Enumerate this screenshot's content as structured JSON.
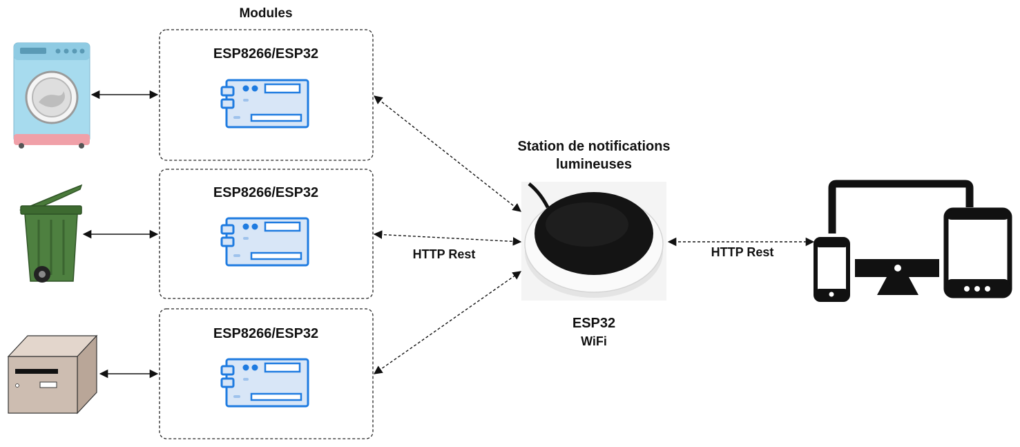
{
  "header": {
    "modules_label": "Modules"
  },
  "modules": [
    {
      "title": "ESP8266/ESP32"
    },
    {
      "title": "ESP8266/ESP32"
    },
    {
      "title": "ESP8266/ESP32"
    }
  ],
  "devices": [
    {
      "icon": "washing-machine-icon"
    },
    {
      "icon": "trash-bin-icon"
    },
    {
      "icon": "mailbox-icon"
    }
  ],
  "station": {
    "title_line1": "Station de notifications",
    "title_line2": "lumineuses",
    "chip": "ESP32",
    "network": "WiFi",
    "icon": "light-station-icon"
  },
  "links": {
    "modules_to_station_label": "HTTP Rest",
    "station_to_clients_label": "HTTP Rest"
  },
  "clients": {
    "icon": "responsive-devices-icon"
  },
  "colors": {
    "board_fill": "#d8e6f7",
    "board_stroke": "#1e7be0",
    "washer_body": "#a7dbee",
    "bin_green": "#4a7a3a",
    "mailbox": "#cdbdb1"
  }
}
